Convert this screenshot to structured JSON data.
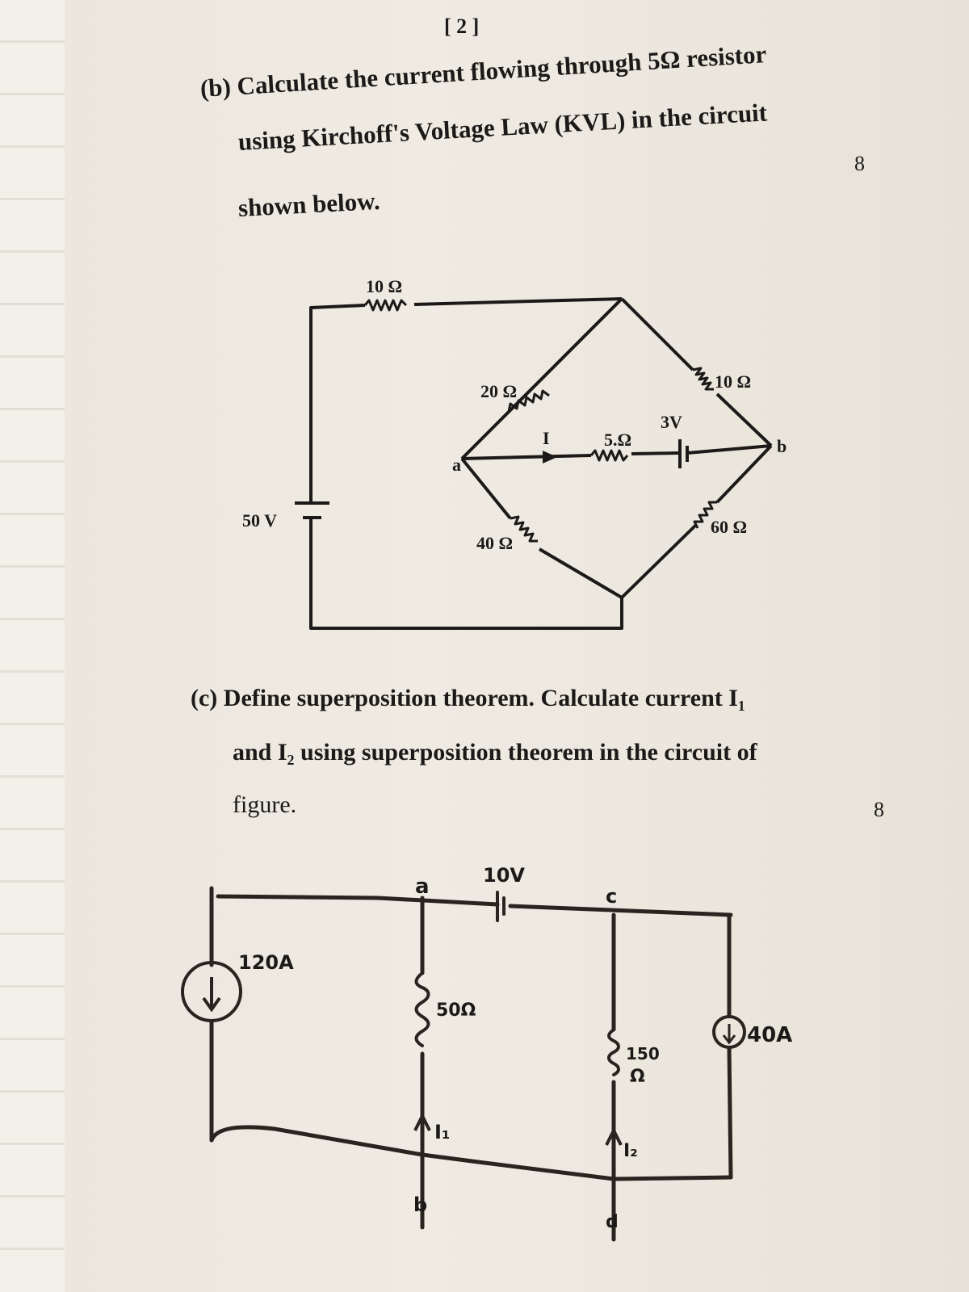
{
  "page_number": "[ 2 ]",
  "question_b": {
    "lines": [
      "(b) Calculate the current flowing through 5Ω resistor",
      "using Kirchoff's Voltage Law (KVL) in the circuit",
      "shown below."
    ],
    "marks": "8",
    "circuit": {
      "source": "50 V",
      "series_resistor": "10 Ω",
      "r_top_left": "20 Ω",
      "r_top_right": "10 Ω",
      "r_bottom_left": "40 Ω",
      "r_bottom_right": "60 Ω",
      "r_middle": "5.Ω",
      "middle_source": "3V",
      "current_label": "I",
      "node_a": "a",
      "node_b": "b"
    }
  },
  "question_c": {
    "lines": [
      "(c) Define superposition theorem. Calculate current I₁",
      "and I₂ using superposition theorem in the circuit of",
      "figure."
    ],
    "marks": "8",
    "circuit": {
      "source_left": "120A",
      "source_right": "40A",
      "voltage_source": "10V",
      "r_left": "50Ω",
      "r_right_value": "150",
      "r_right_unit": "Ω",
      "current_1": "I₁",
      "current_2": "I₂",
      "node_a": "a",
      "node_b": "b",
      "node_c": "c",
      "node_d": "d"
    }
  }
}
